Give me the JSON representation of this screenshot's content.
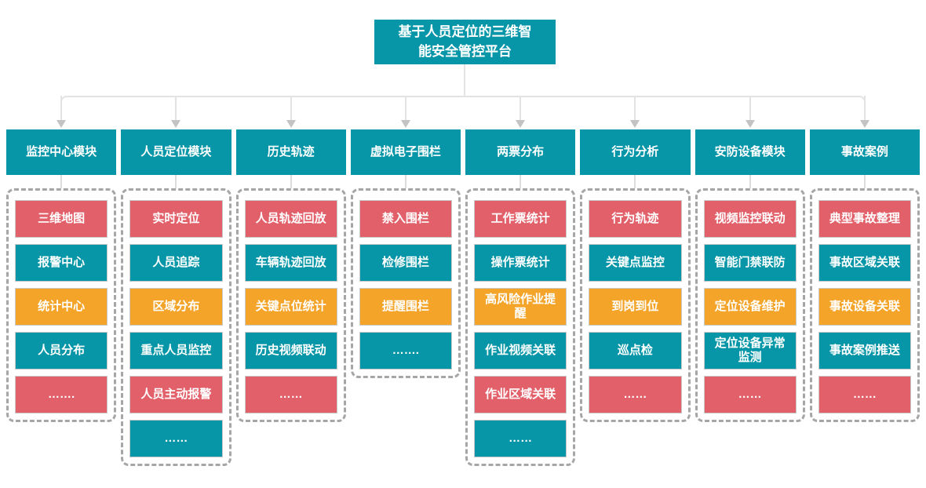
{
  "root": {
    "title_line1": "基于人员定位的三维智",
    "title_line2": "能安全管控平台"
  },
  "colors": {
    "teal": "#0696A7",
    "red": "#E2606A",
    "orange": "#F4A428",
    "connector_gray": "#E3E3E3",
    "arrow_gray": "#C3C3C3",
    "dashed_border_gray": "#A6A6A6"
  },
  "columns": [
    {
      "header": "监控中心模块",
      "items": [
        {
          "label": "三维地图",
          "color": "red"
        },
        {
          "label": "报警中心",
          "color": "teal"
        },
        {
          "label": "统计中心",
          "color": "orange"
        },
        {
          "label": "人员分布",
          "color": "teal"
        },
        {
          "label": "…….",
          "color": "red"
        }
      ]
    },
    {
      "header": "人员定位模块",
      "items": [
        {
          "label": "实时定位",
          "color": "red"
        },
        {
          "label": "人员追踪",
          "color": "teal"
        },
        {
          "label": "区域分布",
          "color": "orange"
        },
        {
          "label": "重点人员监控",
          "color": "teal"
        },
        {
          "label": "人员主动报警",
          "color": "red"
        },
        {
          "label": "……",
          "color": "teal"
        }
      ]
    },
    {
      "header": "历史轨迹",
      "items": [
        {
          "label": "人员轨迹回放",
          "color": "red"
        },
        {
          "label": "车辆轨迹回放",
          "color": "teal"
        },
        {
          "label": "关键点位统计",
          "color": "orange"
        },
        {
          "label": "历史视频联动",
          "color": "teal"
        },
        {
          "label": "……",
          "color": "red"
        }
      ]
    },
    {
      "header": "虚拟电子围栏",
      "items": [
        {
          "label": "禁入围栏",
          "color": "red"
        },
        {
          "label": "检修围栏",
          "color": "teal"
        },
        {
          "label": "提醒围栏",
          "color": "orange"
        },
        {
          "label": "…….",
          "color": "teal"
        }
      ]
    },
    {
      "header": "两票分布",
      "items": [
        {
          "label": "工作票统计",
          "color": "red"
        },
        {
          "label": "操作票统计",
          "color": "teal"
        },
        {
          "label": "高风险作业提醒",
          "color": "orange"
        },
        {
          "label": "作业视频关联",
          "color": "teal"
        },
        {
          "label": "作业区域关联",
          "color": "red"
        },
        {
          "label": "……",
          "color": "teal"
        }
      ]
    },
    {
      "header": "行为分析",
      "items": [
        {
          "label": "行为轨迹",
          "color": "red"
        },
        {
          "label": "关键点监控",
          "color": "teal"
        },
        {
          "label": "到岗到位",
          "color": "orange"
        },
        {
          "label": "巡点检",
          "color": "teal"
        },
        {
          "label": "……",
          "color": "red"
        }
      ]
    },
    {
      "header": "安防设备模块",
      "items": [
        {
          "label": "视频监控联动",
          "color": "red"
        },
        {
          "label": "智能门禁联防",
          "color": "teal"
        },
        {
          "label": "定位设备维护",
          "color": "orange"
        },
        {
          "label": "定位设备异常监测",
          "color": "teal"
        },
        {
          "label": "……",
          "color": "red"
        }
      ]
    },
    {
      "header": "事故案例",
      "items": [
        {
          "label": "典型事故整理",
          "color": "red"
        },
        {
          "label": "事故区域关联",
          "color": "teal"
        },
        {
          "label": "事故设备关联",
          "color": "orange"
        },
        {
          "label": "事故案例推送",
          "color": "teal"
        },
        {
          "label": "……",
          "color": "red"
        }
      ]
    }
  ]
}
